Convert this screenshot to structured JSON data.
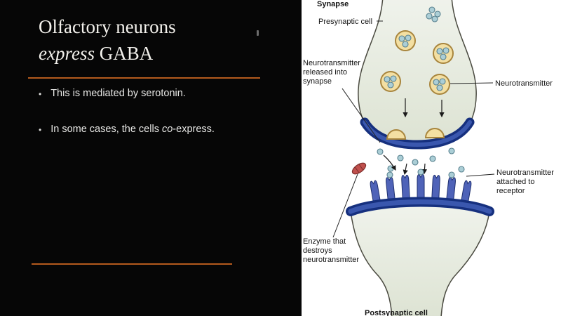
{
  "slide": {
    "title": {
      "line1": "Olfactory neurons",
      "line2_italic": "express",
      "line2_rest": " GABA"
    },
    "bullet_char": "•",
    "bullets": [
      {
        "pre": "This is mediated by serotonin.",
        "em": "",
        "post": ""
      },
      {
        "pre": "In some cases, the cells ",
        "em": "co",
        "post": "-express."
      }
    ]
  },
  "diagram": {
    "title": "Synapse",
    "labels": {
      "presynaptic": "Presynaptic cell",
      "released": [
        "Neurotransmitter",
        "released into",
        "synapse"
      ],
      "neurotransmitter": "Neurotransmitter",
      "attached": [
        "Neurotransmitter",
        "attached to",
        "receptor"
      ],
      "enzyme": [
        "Enzyme that",
        "destroys",
        "neurotransmitter"
      ],
      "postsynaptic": "Postsynaptic cell"
    }
  },
  "colors": {
    "accent_orange": "#b45a1d",
    "slide_background": "#060606",
    "cell_fill": "#e9ece3",
    "cell_stroke": "#4a4a40",
    "vesicle_fill": "#f3dfa2",
    "vesicle_stroke": "#a8853d",
    "neurotransmitter_fill": "#abced6",
    "neurotransmitter_stroke": "#567f8d",
    "membrane_dark": "#16307e",
    "membrane_mid": "#3a57ae",
    "receptor_fill": "#4f63b8",
    "enzyme_fill": "#c0504d"
  }
}
